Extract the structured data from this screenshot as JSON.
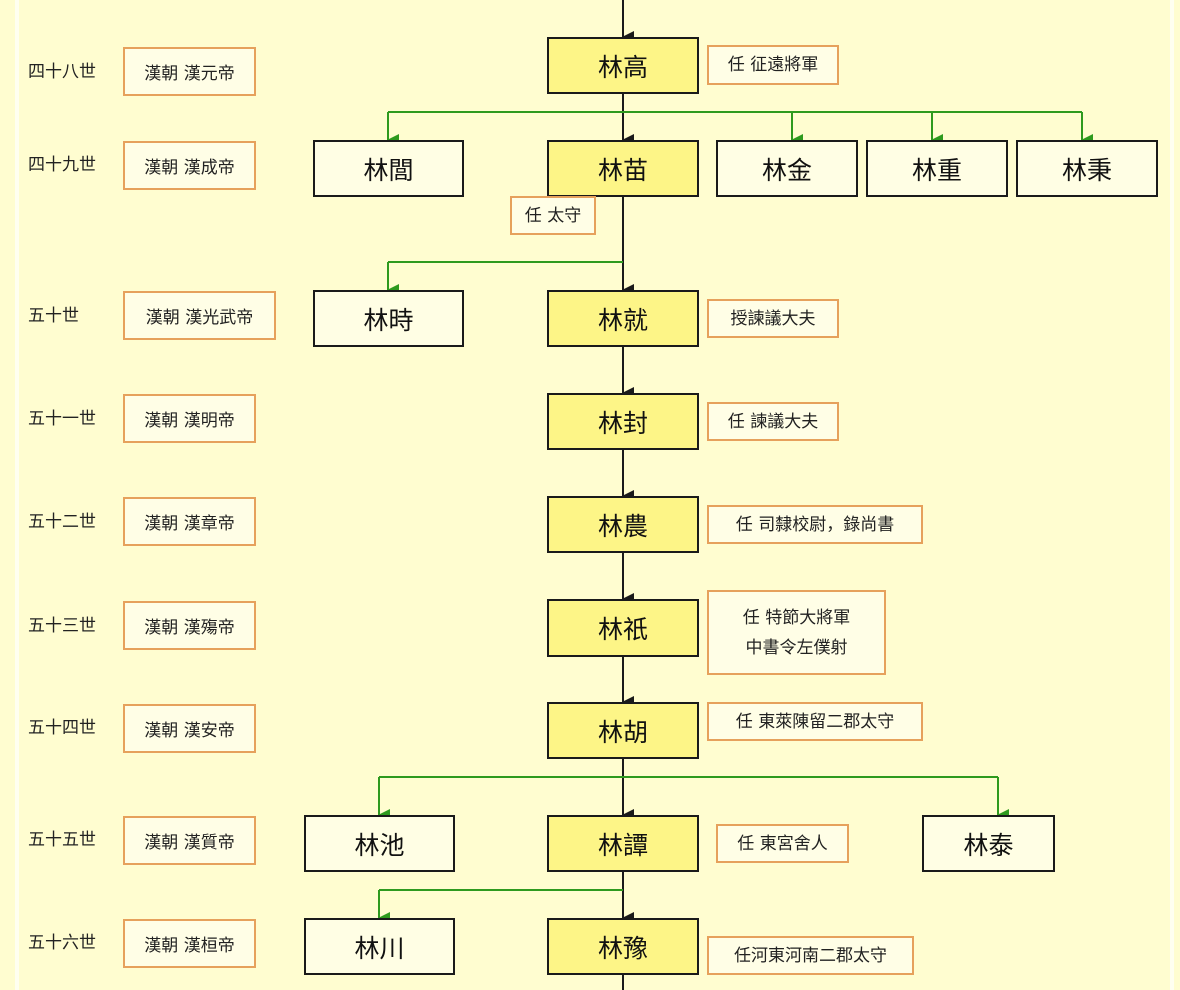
{
  "title": "林氏族譜世系圖",
  "colors": {
    "main_line": "#1a1a1a",
    "branch_line": "#2e9a1e",
    "main_box_fill": "#fdf587",
    "branch_box_fill": "#fffee4",
    "era_border": "#e6a15c",
    "background": "#fffdd0"
  },
  "rows": [
    {
      "generation": "四十八世",
      "era": "漢朝 漢元帝",
      "main": "林高",
      "note": [
        "任 征遠將軍"
      ],
      "siblings": []
    },
    {
      "generation": "四十九世",
      "era": "漢朝 漢成帝",
      "main": "林苗",
      "note": [
        "任 太守"
      ],
      "siblings": [
        "林閭",
        "林金",
        "林重",
        "林秉"
      ]
    },
    {
      "generation": "五十世",
      "era": "漢朝 漢光武帝",
      "main": "林就",
      "note": [
        "授諫議大夫"
      ],
      "siblings": [
        "林時"
      ]
    },
    {
      "generation": "五十一世",
      "era": "漢朝 漢明帝",
      "main": "林封",
      "note": [
        "任 諫議大夫"
      ],
      "siblings": []
    },
    {
      "generation": "五十二世",
      "era": "漢朝 漢章帝",
      "main": "林農",
      "note": [
        "任 司隸校尉，錄尚書"
      ],
      "siblings": []
    },
    {
      "generation": "五十三世",
      "era": "漢朝 漢殤帝",
      "main": "林祇",
      "note": [
        "任 特節大將軍",
        "中書令左僕射"
      ],
      "siblings": []
    },
    {
      "generation": "五十四世",
      "era": "漢朝 漢安帝",
      "main": "林胡",
      "note": [
        "任 東萊陳留二郡太守"
      ],
      "siblings": []
    },
    {
      "generation": "五十五世",
      "era": "漢朝 漢質帝",
      "main": "林譚",
      "note": [
        "任 東宮舍人"
      ],
      "siblings": [
        "林池",
        "林泰"
      ]
    },
    {
      "generation": "五十六世",
      "era": "漢朝 漢桓帝",
      "main": "林豫",
      "note": [
        "任河東河南二郡太守"
      ],
      "siblings": [
        "林川"
      ]
    }
  ]
}
